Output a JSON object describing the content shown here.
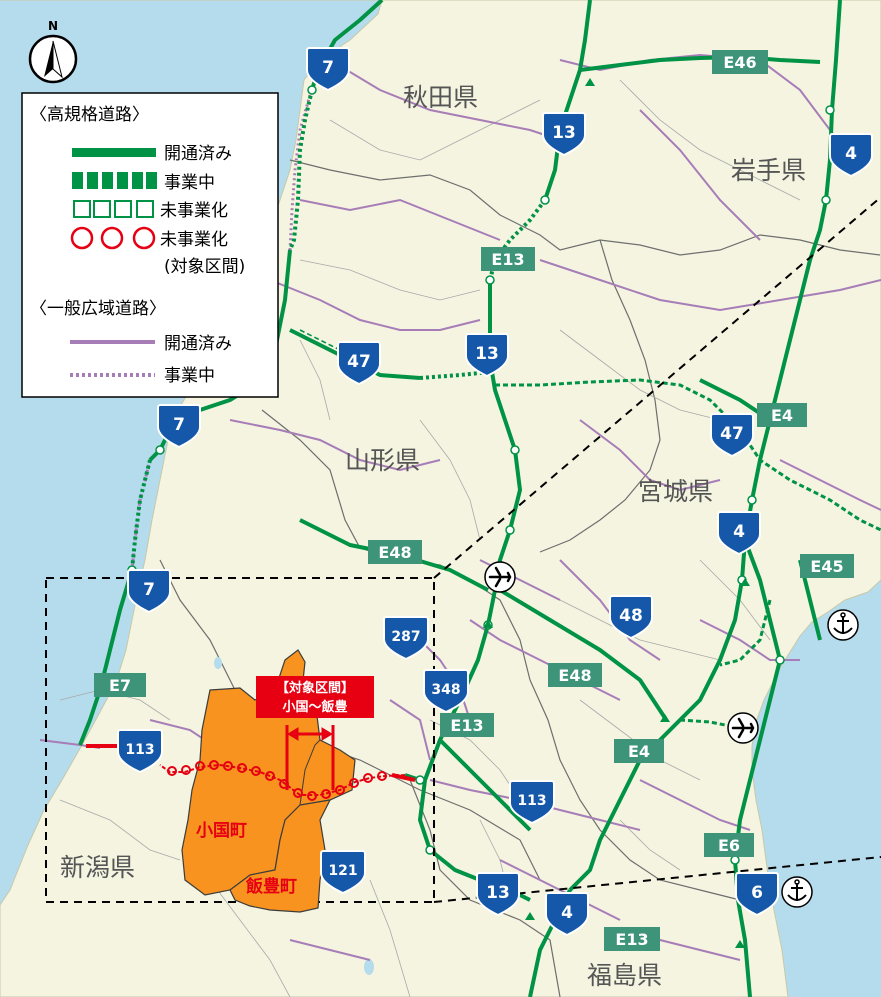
{
  "prefectures": {
    "akita": "秋田県",
    "iwate": "岩手県",
    "yamagata": "山形県",
    "miyagi": "宮城県",
    "niigata": "新潟県",
    "fukushima": "福島県"
  },
  "legend": {
    "high_standard_heading": "〈高規格道路〉",
    "open": "開通済み",
    "under_construction": "事業中",
    "not_started": "未事業化",
    "not_started_target": "未事業化",
    "target_section": "(対象区間)",
    "general_heading": "〈一般広域道路〉",
    "general_open": "開通済み",
    "general_construction": "事業中"
  },
  "north_label": "N",
  "route_shields": [
    "7",
    "13",
    "4",
    "13",
    "47",
    "7",
    "47",
    "4",
    "7",
    "48",
    "287",
    "348",
    "113",
    "113",
    "121",
    "13",
    "4",
    "6"
  ],
  "expressway_labels": [
    "E46",
    "E13",
    "E4",
    "E48",
    "E45",
    "E7",
    "E48",
    "E13",
    "E4",
    "E6",
    "E13"
  ],
  "callout": {
    "line1": "【対象区間】",
    "line2": "小国～飯豊"
  },
  "towns": {
    "oguni": "小国町",
    "iide": "飯豊町"
  },
  "colors": {
    "land": "#f4f4e1",
    "sea": "#b5dcec",
    "highway": "#009245",
    "general_road": "#a77db8",
    "target": "#e60012",
    "shield": "#1557a8",
    "exp_label": "#3d9478",
    "town_fill": "#f7931e"
  },
  "icons": [
    "north-arrow-icon",
    "airport-icon",
    "port-icon"
  ]
}
